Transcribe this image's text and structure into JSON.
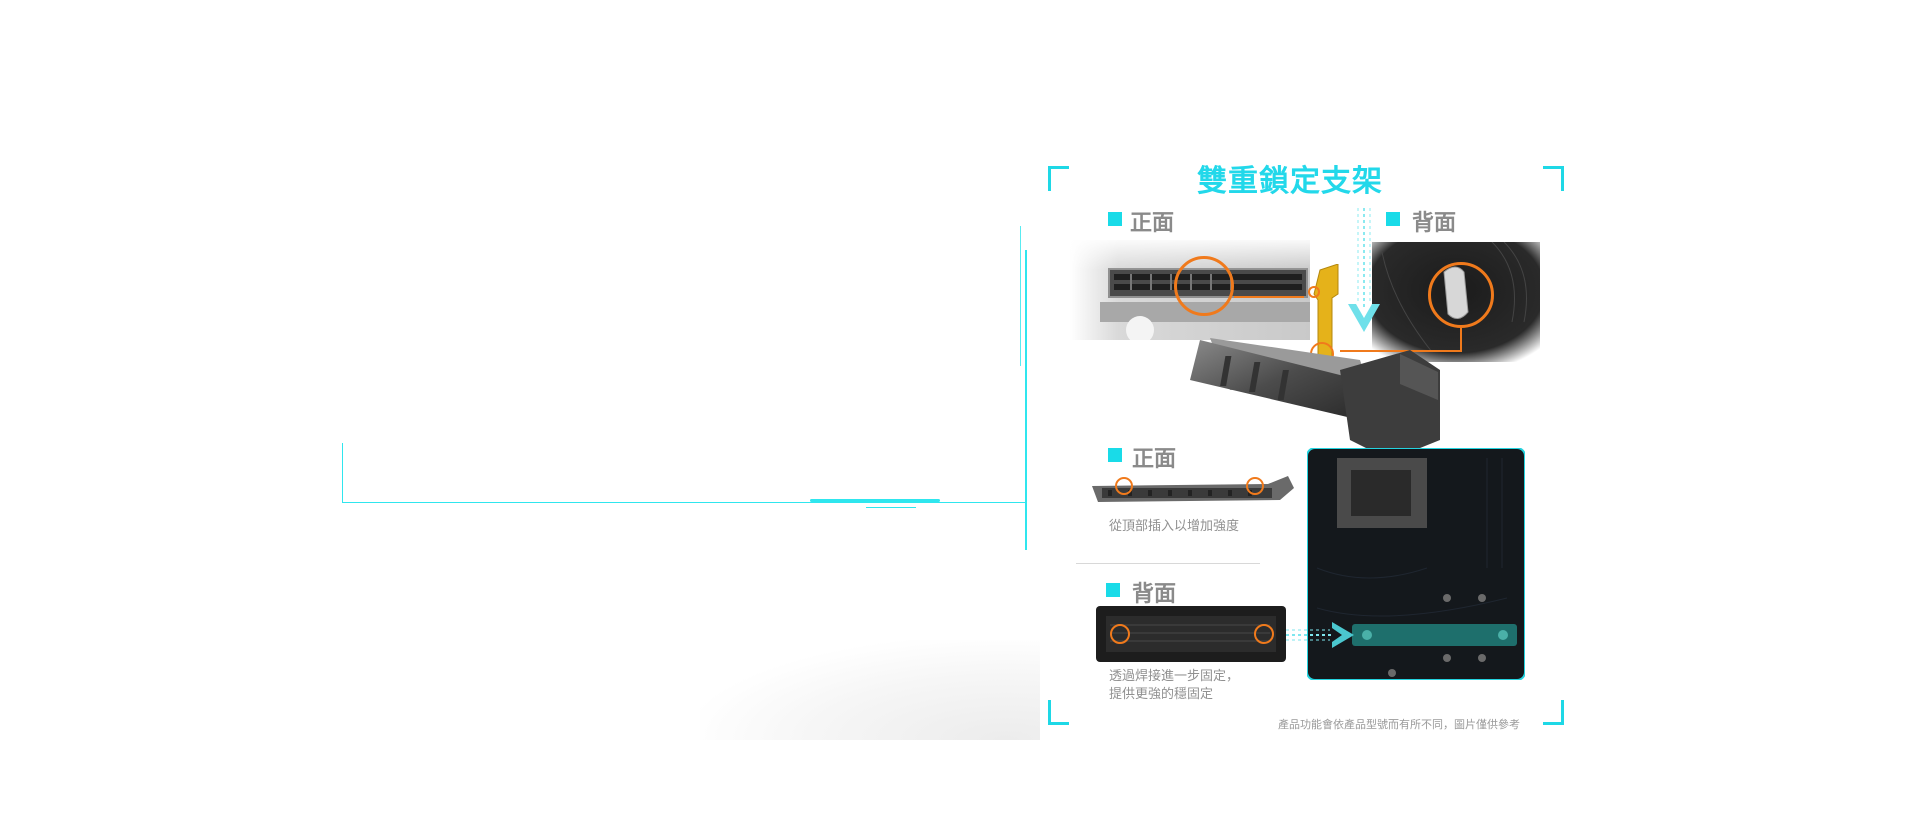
{
  "feature": {
    "title": "雙重鎖定支架",
    "top_left_label": "正面",
    "top_right_label": "背面",
    "mid_label": "正面",
    "mid_caption": "從頂部插入以增加強度",
    "bottom_label": "背面",
    "bottom_caption_line1": "透過焊接進一步固定，",
    "bottom_caption_line2": "提供更強的穩固定",
    "disclaimer": "產品功能會依產品型號而有所不同，圖片僅供參考"
  },
  "colors": {
    "accent": "#22d8ea",
    "callout": "#f07a1c",
    "latch": "#e5b21a",
    "board": "#14181c",
    "plate": "#1e6f6c",
    "label_gray": "#8a8a8a"
  },
  "icons": {
    "bullet": "cyan-square",
    "arrow_down": "striped-down-arrow",
    "arrow_right": "striped-right-arrow"
  }
}
